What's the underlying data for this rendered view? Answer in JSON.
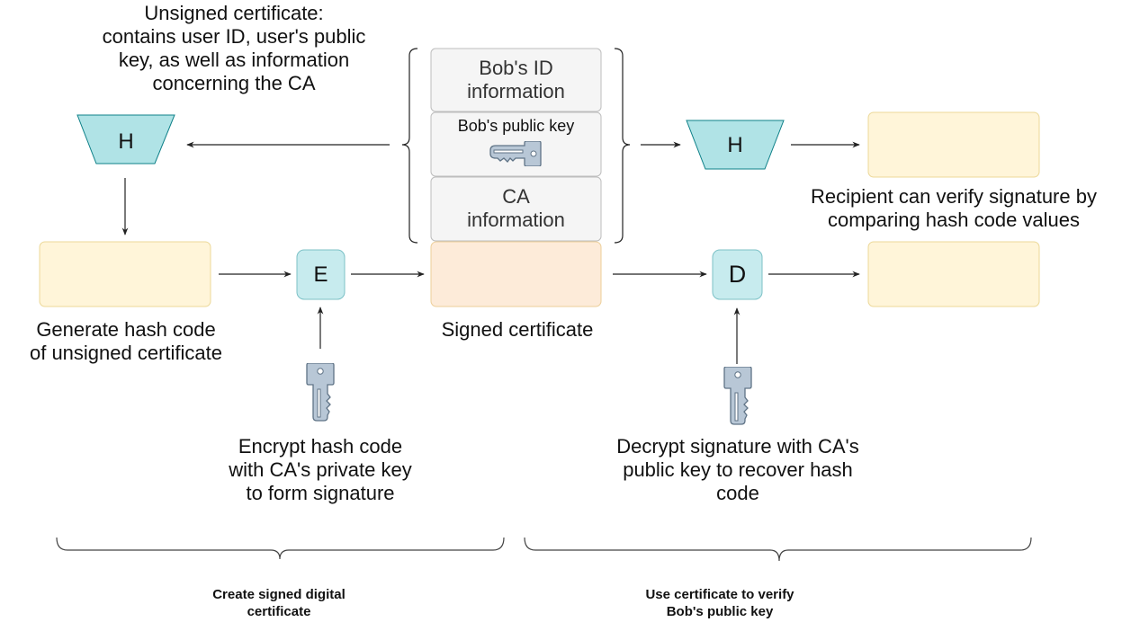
{
  "colors": {
    "hash_fill": "#b0e3e6",
    "hash_stroke": "#0e8088",
    "op_fill": "#c7ebee",
    "op_stroke": "#7cc1c6",
    "hashcode_fill": "#fff5d9",
    "hashcode_stroke": "#ecd898",
    "signed_fill": "#fdebd9",
    "signed_stroke": "#edcf99",
    "info_fill": "#f5f5f5",
    "info_stroke": "#bdbdbd",
    "key_fill": "#b8c7d6",
    "key_stroke": "#5f7386",
    "line": "#222222"
  },
  "labels": {
    "unsigned_certificate": [
      "Unsigned certificate:",
      "contains user ID, user's public",
      "key, as well as information",
      "concerning the CA"
    ],
    "generate_hash": [
      "Generate hash code",
      "of unsigned certificate"
    ],
    "signed_certificate": "Signed certificate",
    "encrypt": [
      "Encrypt hash code",
      "with CA's private key",
      "to form signature"
    ],
    "decrypt": [
      "Decrypt signature with CA's",
      "public key to recover hash",
      "code"
    ],
    "recipient": [
      "Recipient can verify signature by",
      "comparing hash code values"
    ],
    "section_create": [
      "Create signed digital",
      "certificate"
    ],
    "section_use": [
      "Use certificate to verify",
      "Bob's public key"
    ]
  },
  "certificate_fields": {
    "bob_id": [
      "Bob's ID",
      "information"
    ],
    "bob_public_key": "Bob's public key",
    "ca_info": [
      "CA",
      "information"
    ]
  },
  "operations": {
    "hash_left": "H",
    "hash_right": "H",
    "encrypt": "E",
    "decrypt": "D"
  },
  "icons": {
    "public_key": "key-icon",
    "private_key": "key-icon",
    "ca_public_key": "key-icon"
  }
}
